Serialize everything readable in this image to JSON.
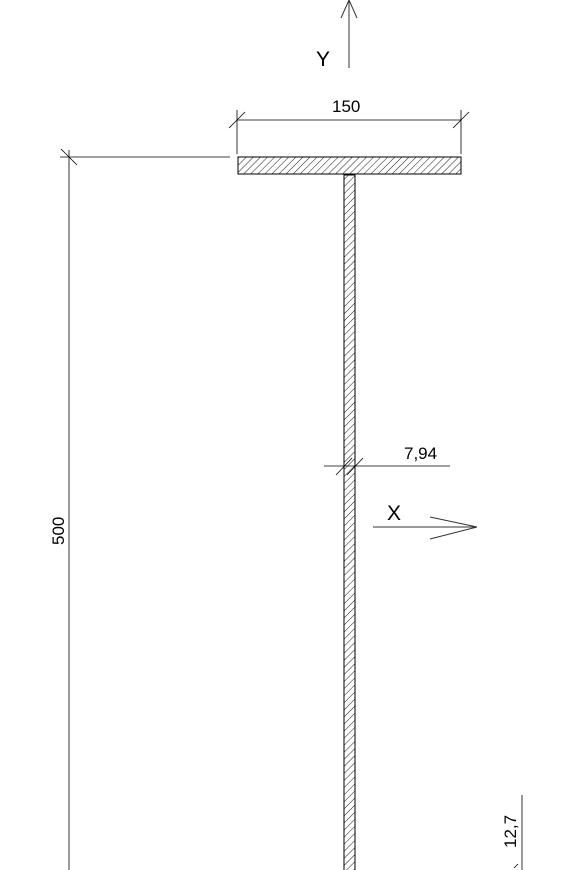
{
  "axes": {
    "y_label": "Y",
    "x_label": "X"
  },
  "dimensions": {
    "flange_width": "150",
    "total_height": "500",
    "web_thickness": "7,94",
    "flange_thickness": "12,7"
  },
  "colors": {
    "line": "#000000",
    "background": "#ffffff"
  }
}
